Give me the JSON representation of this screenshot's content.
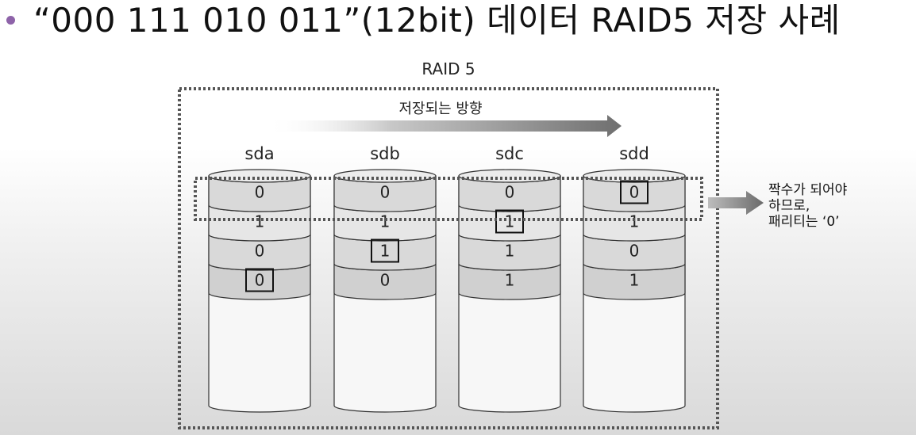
{
  "title": "“000 111 010 011”(12bit) 데이터 RAID5 저장 사례",
  "diagram": {
    "raid_label": "RAID 5",
    "direction_label": "저장되는 방향",
    "disks": [
      {
        "name": "sda",
        "stripes": [
          "0",
          "1",
          "0",
          "0"
        ],
        "boxed": [
          false,
          false,
          false,
          true
        ]
      },
      {
        "name": "sdb",
        "stripes": [
          "0",
          "1",
          "1",
          "0"
        ],
        "boxed": [
          false,
          false,
          true,
          false
        ]
      },
      {
        "name": "sdc",
        "stripes": [
          "0",
          "1",
          "1",
          "1"
        ],
        "boxed": [
          false,
          true,
          false,
          false
        ]
      },
      {
        "name": "sdd",
        "stripes": [
          "0",
          "1",
          "0",
          "1"
        ],
        "boxed": [
          true,
          false,
          false,
          false
        ]
      }
    ],
    "note_lines": [
      "짝수가 되어야",
      "하므로,",
      "패리티는 ‘0’"
    ]
  }
}
